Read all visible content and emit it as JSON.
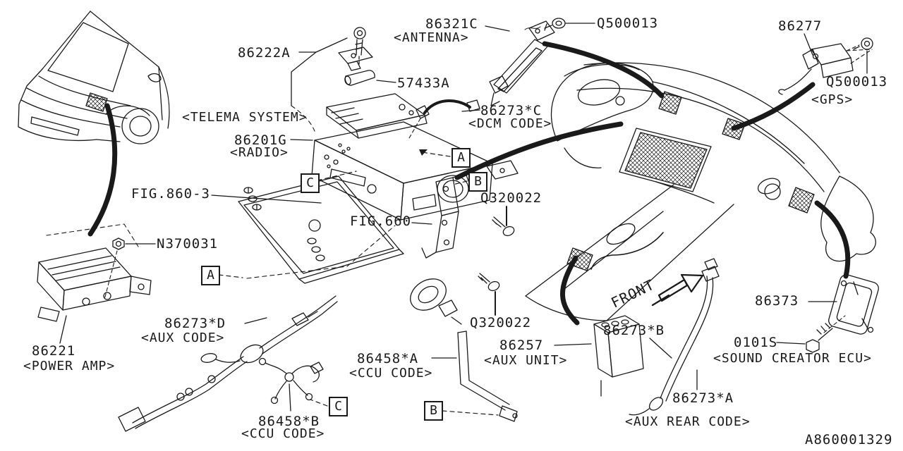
{
  "diagram_code": "A860001329",
  "colors": {
    "line": "#1a1a1a",
    "background": "#ffffff"
  },
  "labels": {
    "antenna_part_no": "86321C",
    "antenna_caption": "<ANTENNA>",
    "antenna_screw": "Q500013",
    "gps_part_no": "86277",
    "gps_screw": "Q500013",
    "gps_caption": "<GPS>",
    "bracket_part_no": "86222A",
    "cushion_part_no": "57433A",
    "telema_caption": "<TELEMA SYSTEM>",
    "radio_part_no": "86201G",
    "radio_caption": "<RADIO>",
    "dcm_cord_part_no": "86273*C",
    "dcm_caption": "<DCM CODE>",
    "screw_upper": "Q320022",
    "screw_lower": "Q320022",
    "fig_860_3": "FIG.860-3",
    "fig_660": "FIG.660",
    "nut_part_no": "N370031",
    "aux_cord_part_no": "86273*D",
    "aux_code_caption": "<AUX CODE>",
    "power_amp_part_no": "86221",
    "power_amp_caption": "<POWER AMP>",
    "ccu_a_part_no": "86458*A",
    "ccu_a_caption": "<CCU CODE>",
    "ccu_b_part_no": "86458*B",
    "ccu_b_caption": "<CCU CODE>",
    "aux_unit_part_no": "86257",
    "aux_unit_caption": "<AUX UNIT>",
    "aux_b_cord_part_no": "86273*B",
    "aux_rear_part_no": "86273*A",
    "aux_rear_caption": "<AUX REAR CODE>",
    "sound_ecu_part_no": "86373",
    "sound_ecu_bolt": "0101S",
    "sound_ecu_caption": "<SOUND CREATOR ECU>",
    "front_label": "FRONT"
  },
  "connector_markers": {
    "a": "A",
    "b": "B",
    "c": "C"
  }
}
